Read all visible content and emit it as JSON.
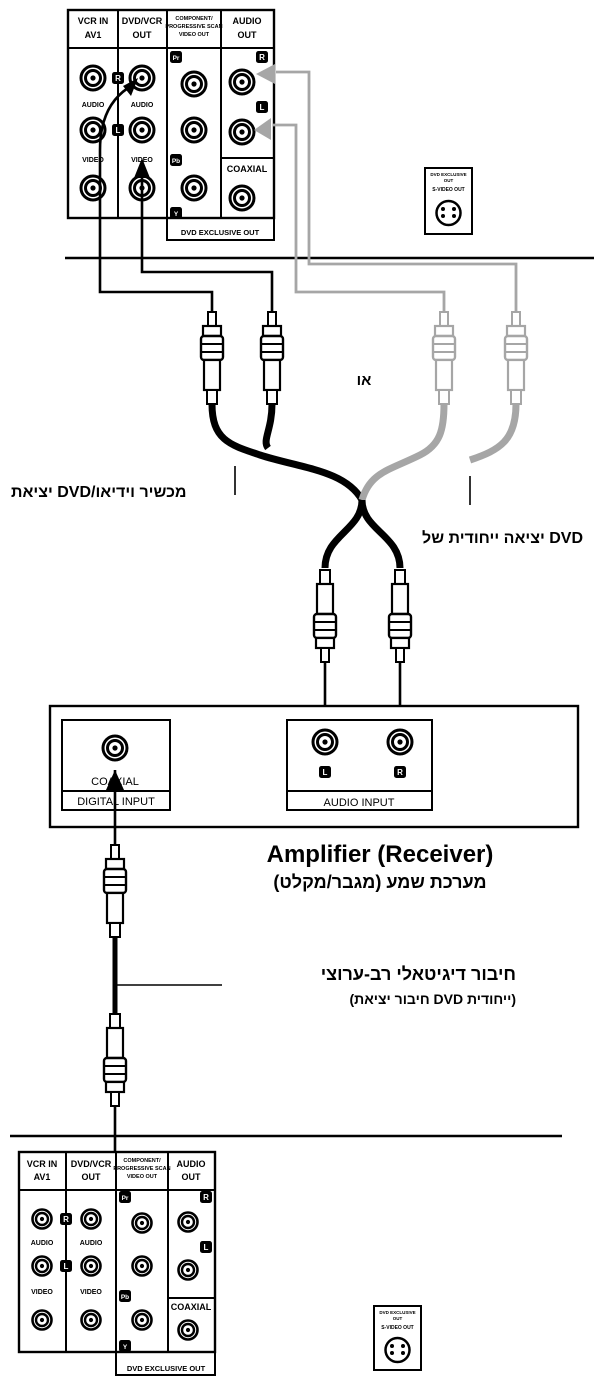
{
  "top_panel": {
    "vcr_in": "VCR IN",
    "av1": "AV1",
    "dvd_vcr": "DVD/VCR",
    "out": "OUT",
    "component": "COMPONENT/",
    "progressive": "PROGRESSIVE SCAN",
    "video_out": "VIDEO OUT",
    "audio_out": "AUDIO",
    "audio_out2": "OUT",
    "audio": "AUDIO",
    "video": "VIDEO",
    "coaxial": "COAXIAL",
    "dvd_exclusive_out": "DVD EXCLUSIVE OUT",
    "pr": "Pr",
    "pb": "Pb",
    "y": "Y",
    "r": "R",
    "l": "L"
  },
  "svideo_box": {
    "line1": "DVD EXCLUSIVE",
    "line2": "OUT",
    "line3": "S-VIDEO OUT"
  },
  "labels": {
    "or": "או",
    "dvd_vcr_out_he": "יציאת DVD/מכשיר וידיאו",
    "dvd_exclusive_he": "יציאה ייחודית של DVD"
  },
  "amplifier": {
    "coaxial": "COAXIAL",
    "digital_input": "DIGITAL INPUT",
    "audio_input": "AUDIO INPUT",
    "l": "L",
    "r": "R",
    "title_en": "Amplifier (Receiver)",
    "title_he": "מערכת שמע (מגבר/מקלט)"
  },
  "digital": {
    "title_he": "חיבור דיגיטאלי רב-ערוצי",
    "sub_he": "(חיבור יציאת DVD ייחודית)"
  },
  "bottom_panel": {
    "vcr_in": "VCR IN",
    "av1": "AV1",
    "dvd_vcr": "DVD/VCR",
    "out": "OUT",
    "component": "COMPONENT/",
    "progressive": "PROGRESSIVE SCAN",
    "video_out": "VIDEO OUT",
    "audio_out": "AUDIO",
    "audio_out2": "OUT",
    "audio": "AUDIO",
    "video": "VIDEO",
    "coaxial": "COAXIAL",
    "dvd_exclusive_out": "DVD EXCLUSIVE OUT",
    "pr": "Pr",
    "pb": "Pb",
    "y": "Y",
    "r": "R",
    "l": "L"
  },
  "colors": {
    "line": "#000000",
    "gray_cable": "#a6a6a6"
  }
}
